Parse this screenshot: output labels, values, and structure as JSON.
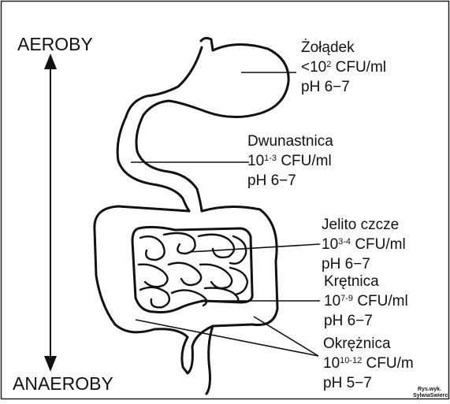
{
  "gradient": {
    "top_label": "AEROBY",
    "bottom_label": "ANAEROBY"
  },
  "regions": [
    {
      "name": "Żołądek",
      "cfu_base": "<10",
      "cfu_exp": "2",
      "cfu_unit": " CFU/ml",
      "ph": "pH 6−7"
    },
    {
      "name": "Dwunastnica",
      "cfu_base": "10",
      "cfu_exp": "1-3",
      "cfu_unit": " CFU/ml",
      "ph": "pH 6−7"
    },
    {
      "name": "Jelito czcze",
      "cfu_base": "10",
      "cfu_exp": "3-4",
      "cfu_unit": " CFU/ml",
      "ph": "pH 6−7"
    },
    {
      "name": "Krętnica",
      "cfu_base": "10",
      "cfu_exp": "7-9",
      "cfu_unit": " CFU/ml",
      "ph": "pH 6−7"
    },
    {
      "name": "Okrężnica",
      "cfu_base": "10",
      "cfu_exp": "10-12",
      "cfu_unit": " CFU/m",
      "ph": "pH 5−7"
    }
  ],
  "credit": {
    "line1": "Rys.wyk.",
    "line2": "SylwiaSwierc"
  }
}
